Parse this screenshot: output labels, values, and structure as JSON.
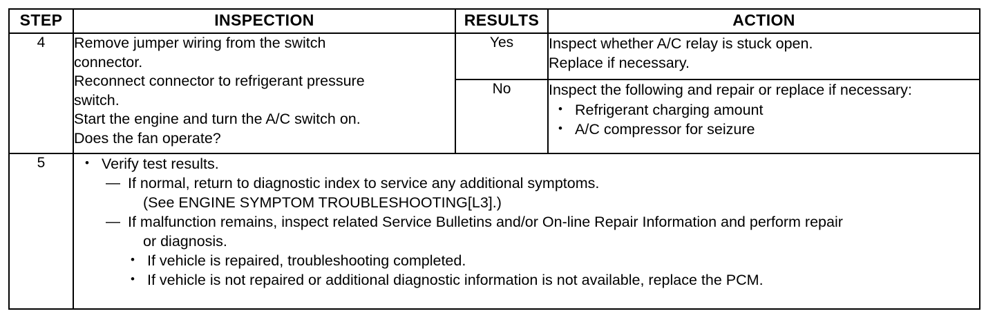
{
  "table": {
    "headers": {
      "step": "STEP",
      "inspection": "INSPECTION",
      "results": "RESULTS",
      "action": "ACTION"
    },
    "rows": [
      {
        "step": "4",
        "inspection_lines": [
          "Remove jumper wiring from the switch",
          "connector.",
          "Reconnect connector to refrigerant pressure",
          "switch.",
          "Start the engine and turn the A/C switch on.",
          "Does the fan operate?"
        ],
        "branches": [
          {
            "result": "Yes",
            "action_lines": [
              "Inspect whether A/C relay is stuck open.",
              "Replace if necessary."
            ],
            "action_bullets": []
          },
          {
            "result": "No",
            "action_lines": [
              "Inspect the following and repair or replace if necessary:"
            ],
            "action_bullets": [
              "Refrigerant charging amount",
              "A/C compressor for seizure"
            ]
          }
        ]
      },
      {
        "step": "5",
        "content_lines": [
          {
            "level": "lvl1",
            "text": "Verify test results."
          },
          {
            "level": "lvl2",
            "text": "If normal, return to diagnostic index to service any additional symptoms."
          },
          {
            "level": "lvl2-cont",
            "text": "(See ENGINE SYMPTOM TROUBLESHOOTING[L3].)"
          },
          {
            "level": "lvl2",
            "text": "If malfunction remains, inspect related Service Bulletins and/or On-line Repair Information and perform repair"
          },
          {
            "level": "lvl2-cont",
            "text": "or diagnosis."
          },
          {
            "level": "lvl3",
            "text": "If vehicle is repaired, troubleshooting completed."
          },
          {
            "level": "lvl3",
            "text": "If vehicle is not repaired or additional diagnostic information is not available, replace the PCM."
          }
        ]
      }
    ]
  }
}
